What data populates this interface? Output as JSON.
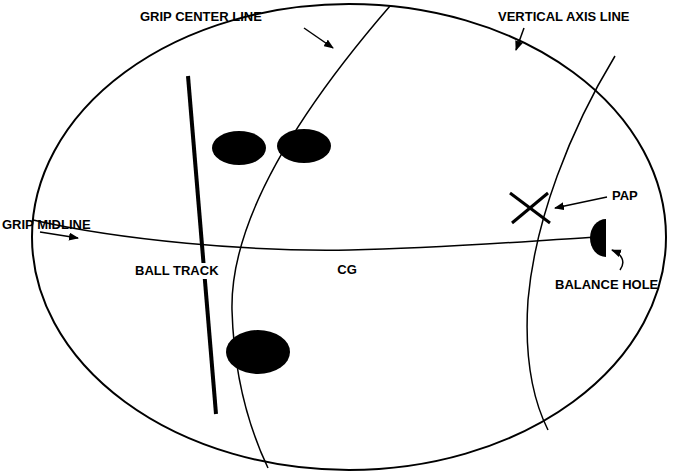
{
  "diagram": {
    "labels": [
      "GRIP CENTER LINE",
      "VERTICAL AXIS LINE",
      "PAP",
      "GRIP MIDLINE",
      "CG",
      "BALL TRACK",
      "BALANCE HOLE"
    ]
  }
}
